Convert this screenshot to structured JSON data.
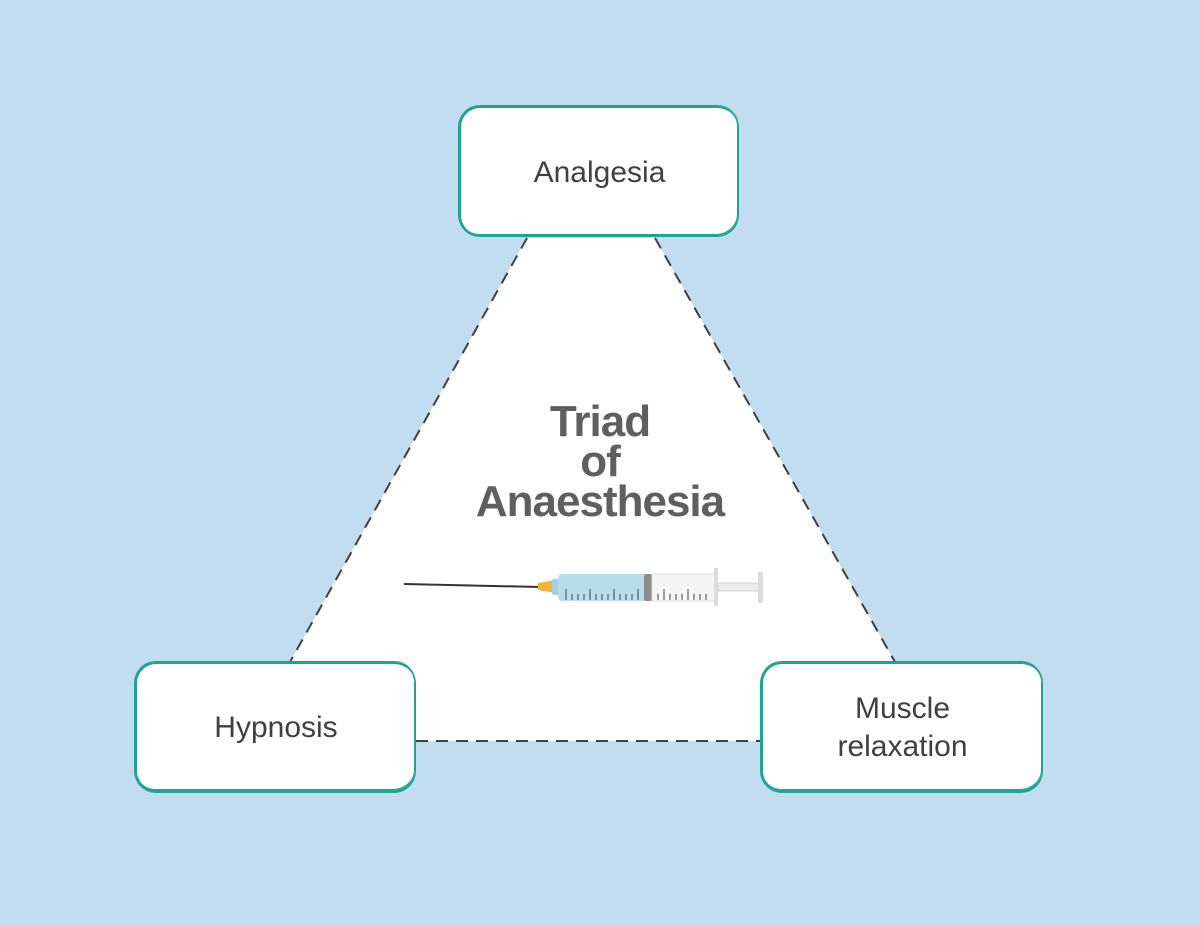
{
  "diagram": {
    "title_lines": [
      "Triad",
      "of",
      "Anaesthesia"
    ],
    "nodes": {
      "top": {
        "label": "Analgesia"
      },
      "left": {
        "label": "Hypnosis"
      },
      "right": {
        "label": "Muscle relaxation"
      }
    }
  },
  "colors": {
    "background": "#c3ddf0",
    "box_border": "#1fa394",
    "triangle_fill": "#ffffff",
    "dash_line": "#404040",
    "title_text": "#5f5f5f",
    "syringe_barrel": "#b9dcea",
    "syringe_needle_hub": "#f0b43c"
  },
  "icons": {
    "center_icon": "syringe-icon"
  }
}
